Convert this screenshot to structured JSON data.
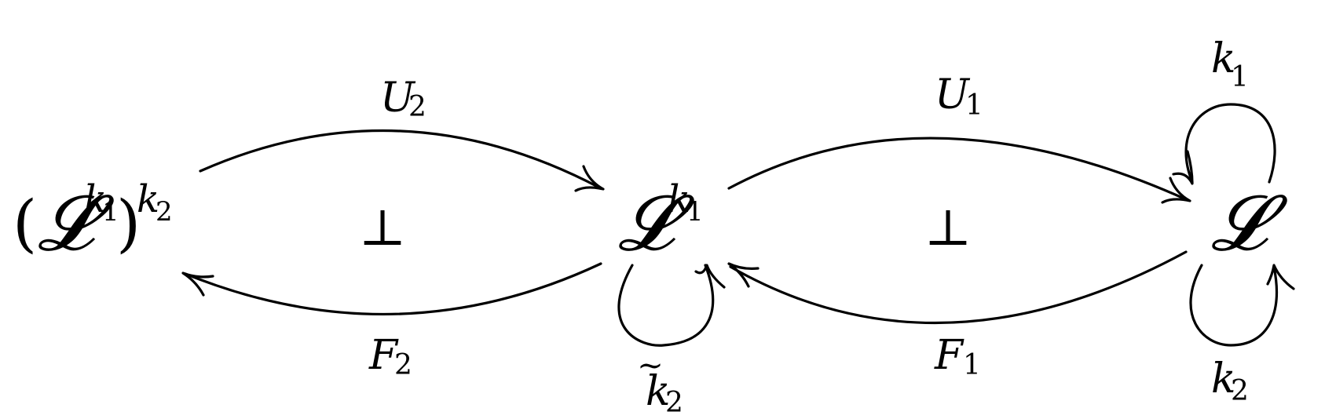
{
  "nodes": {
    "left": {
      "base": "𝓛",
      "sup1": "k",
      "sup1_sub": "1",
      "sup2": "k",
      "sup2_sub": "2",
      "open": "(",
      "close": ")"
    },
    "middle": {
      "base": "𝓛",
      "sup": "k",
      "sup_sub": "1"
    },
    "right": {
      "base": "𝓛"
    }
  },
  "arrows": {
    "u2": {
      "letter": "U",
      "sub": "2"
    },
    "f2": {
      "letter": "F",
      "sub": "2"
    },
    "u1": {
      "letter": "U",
      "sub": "1"
    },
    "f1": {
      "letter": "F",
      "sub": "1"
    },
    "loop_middle": {
      "letter": "k",
      "sub": "2",
      "accent": "~"
    },
    "loop_right_top": {
      "letter": "k",
      "sub": "1"
    },
    "loop_right_bottom": {
      "letter": "k",
      "sub": "2"
    }
  },
  "adjunctions": {
    "left": "⊥",
    "right": "⊥"
  }
}
